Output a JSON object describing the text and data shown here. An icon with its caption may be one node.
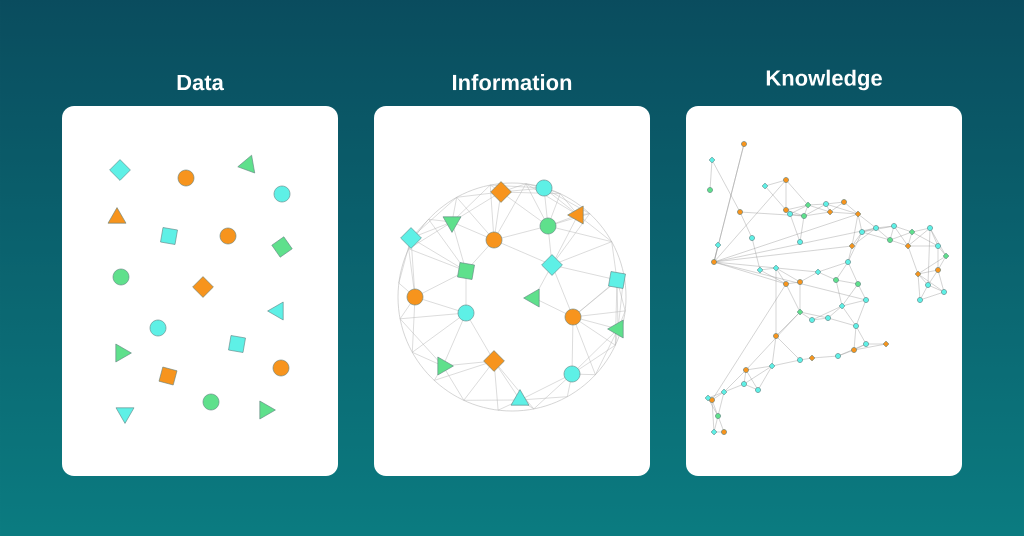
{
  "diagram": {
    "nodes": [
      {
        "text": [
          "Data"
        ]
      },
      {
        "text": [
          "Information"
        ]
      },
      {
        "text": [
          "Knowledge"
        ]
      }
    ]
  }
}
